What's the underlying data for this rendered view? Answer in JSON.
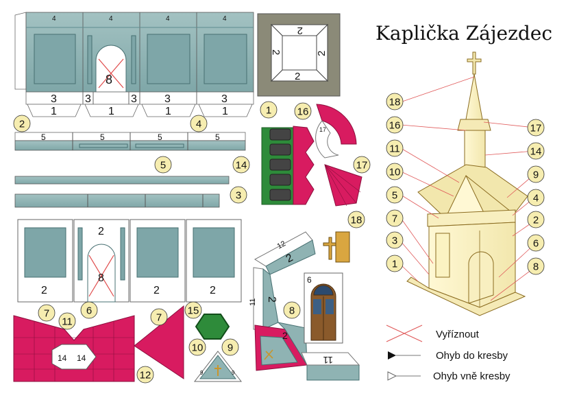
{
  "title": "Kaplička Zájezdec",
  "legend": {
    "cut": "Vyříznout",
    "fold_in": "Ohyb do kresby",
    "fold_out": "Ohyb vně kresby"
  },
  "labels": {
    "wall_top": "4",
    "wall_bottom_a": "3",
    "wall_bottom_b": "1",
    "door_number": "8",
    "roof_square": "2",
    "strip_5": "5",
    "strip_5b": "5",
    "strip_3": "3",
    "wall2": "2",
    "wall2b": "2",
    "wall2c": "2",
    "wall2d": "2",
    "door8b": "8",
    "roof_left_14": "14",
    "roof_left_12": "12",
    "tower_17": "17",
    "slant_12": "12",
    "slant_2": "2",
    "slant_11": "11",
    "slant_2b": "2",
    "slant_2c": "2",
    "slant_11b": "11",
    "tri_9": "9",
    "door_6": "6"
  },
  "badges": [
    {
      "id": "1",
      "text": "1"
    },
    {
      "id": "2",
      "text": "2"
    },
    {
      "id": "3",
      "text": "3"
    },
    {
      "id": "4",
      "text": "4"
    },
    {
      "id": "5",
      "text": "5"
    },
    {
      "id": "6",
      "text": "6"
    },
    {
      "id": "7",
      "text": "7"
    },
    {
      "id": "8",
      "text": "8"
    },
    {
      "id": "9",
      "text": "9"
    },
    {
      "id": "10",
      "text": "10"
    },
    {
      "id": "11",
      "text": "11"
    },
    {
      "id": "12",
      "text": "12"
    },
    {
      "id": "14",
      "text": "14"
    },
    {
      "id": "15",
      "text": "15"
    },
    {
      "id": "16",
      "text": "16"
    },
    {
      "id": "17",
      "text": "17"
    },
    {
      "id": "18",
      "text": "18"
    }
  ],
  "colors": {
    "teal": "#8fb3b3",
    "teal_dark": "#5e8c8e",
    "magenta": "#d81b60",
    "green": "#2e8b3a",
    "cream": "#fbf3c2",
    "badge": "#f6edb0",
    "gold": "#d9a640",
    "wood": "#8a5a2b"
  }
}
